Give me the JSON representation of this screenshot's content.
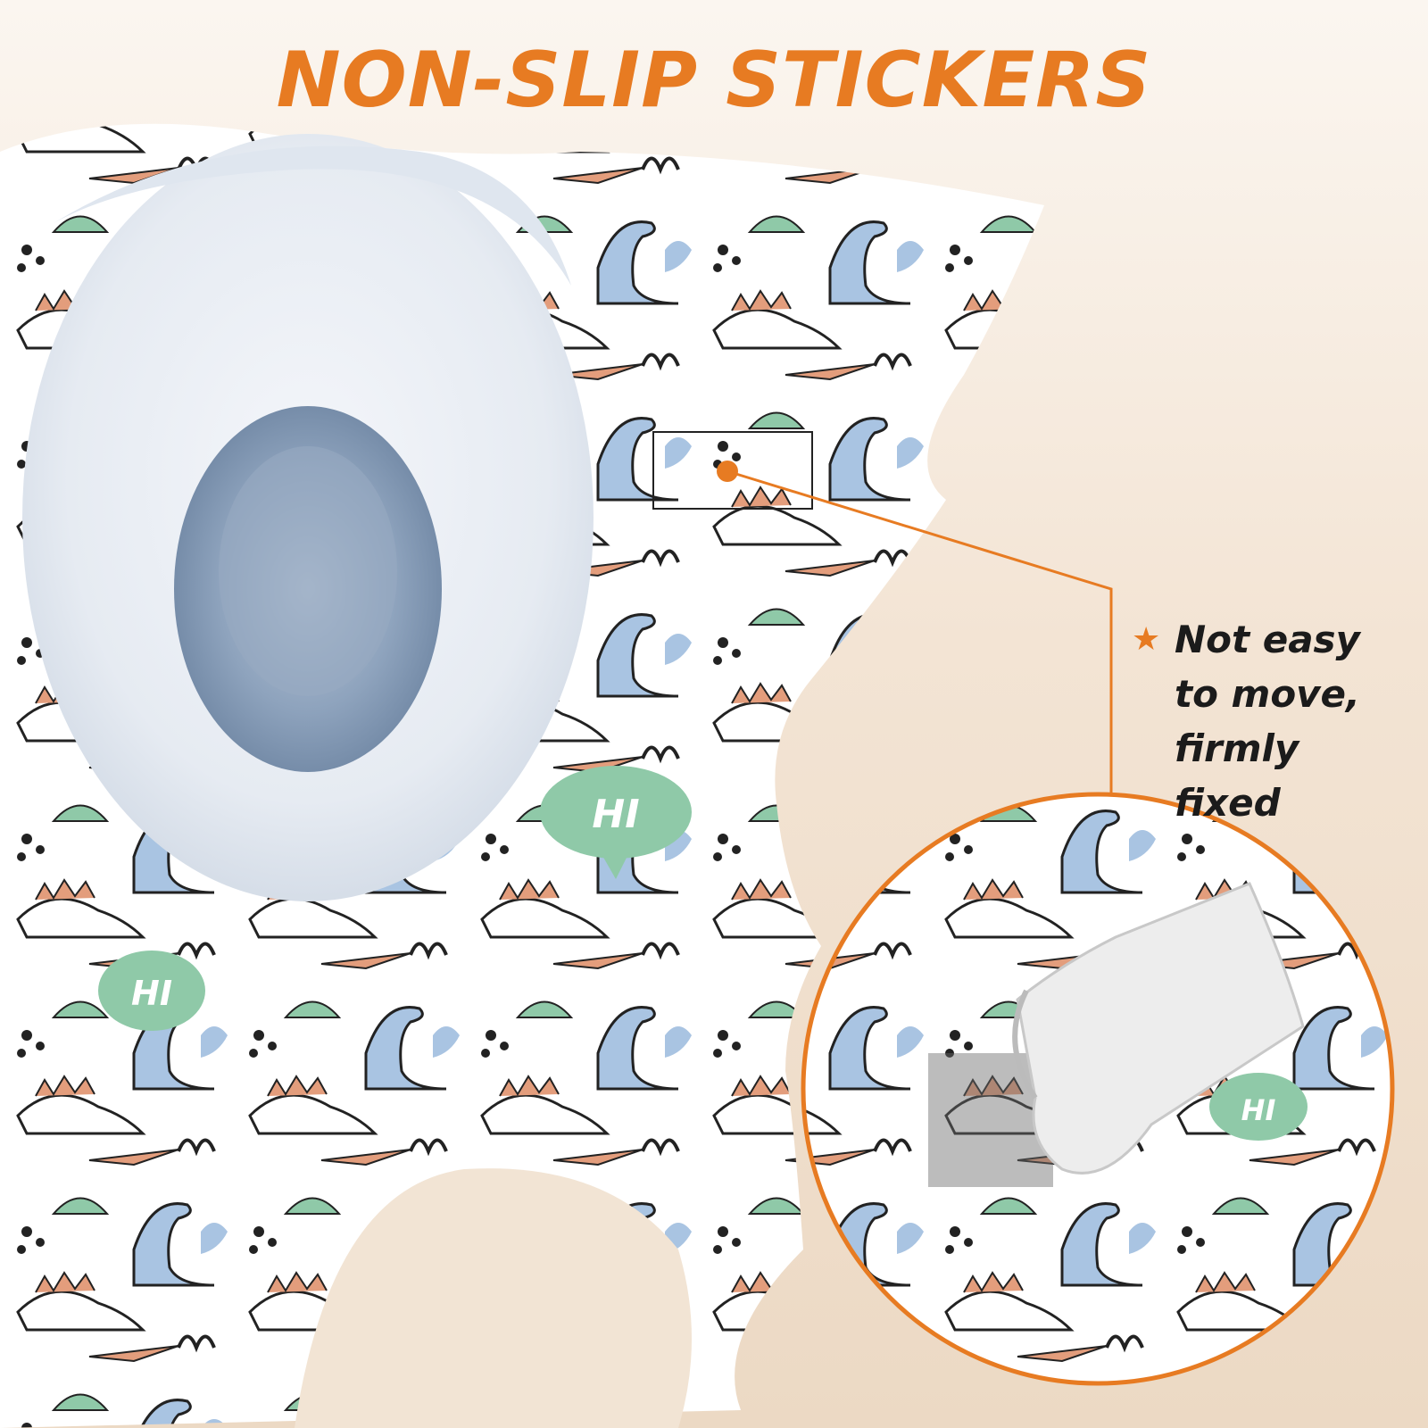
{
  "headline": {
    "text": "NON-SLIP STICKERS"
  },
  "callout": {
    "star_icon": "star-icon",
    "lines": [
      "Not easy",
      "to move,",
      "firmly fixed"
    ]
  },
  "product_image": {
    "speech_bubble_text": "HI"
  },
  "colors": {
    "accent_orange": "#e77b22",
    "text_dark": "#1b1b1b",
    "dino_green": "#8fc9a8",
    "dino_blue": "#a9c4e2",
    "dino_orange": "#e39d7c",
    "toilet_white": "#eef2f7",
    "toilet_shadow": "#9fb0c6"
  }
}
